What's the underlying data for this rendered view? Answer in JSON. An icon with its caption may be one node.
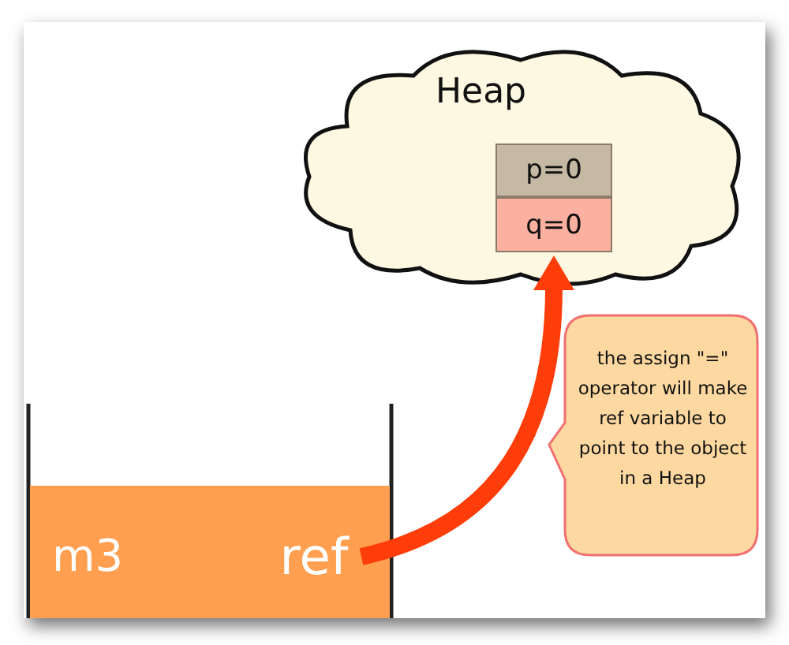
{
  "diagram": {
    "nodes": [
      {
        "text": [
          "Heap"
        ]
      },
      {
        "text": [
          "p=0"
        ],
        "in": 0
      },
      {
        "text": [
          "q=0"
        ],
        "in": 0
      },
      {
        "text": [
          "m3"
        ]
      },
      {
        "text": [
          "ref"
        ],
        "in": 3
      },
      {
        "text": [
          "the assign \"=\" operator will make ref variable to point to the object in a Heap"
        ]
      }
    ],
    "edges": [
      {
        "from": 4,
        "to": 2,
        "arrow": "to",
        "color": "#ff3d0a"
      }
    ]
  }
}
